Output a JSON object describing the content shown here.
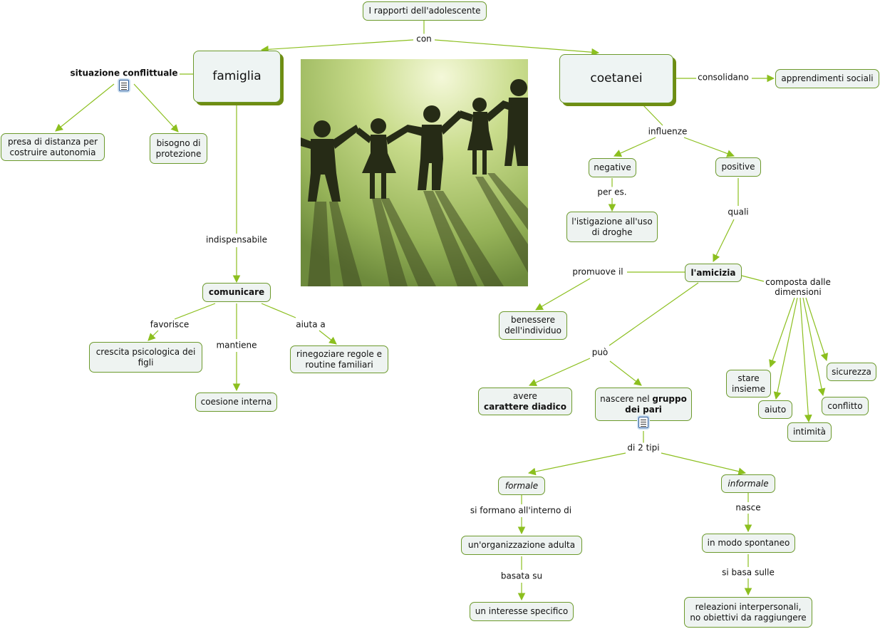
{
  "nodes": {
    "root": "I rapporti dell'adolescente",
    "famiglia": "famiglia",
    "coetanei": "coetanei",
    "situazione": "situazione conflittuale",
    "presa_line1": "presa di distanza per",
    "presa_line2": "costruire autonomia",
    "bisogno_line1": "bisogno di",
    "bisogno_line2": "protezione",
    "comunicare": "comunicare",
    "crescita_line1": "crescita psicologica dei",
    "crescita_line2": "figli",
    "coesione": "coesione interna",
    "rinegoziare_line1": "rinegoziare regole e",
    "rinegoziare_line2": "routine familiari",
    "apprendimenti": "apprendimenti sociali",
    "negative": "negative",
    "positive": "positive",
    "istigazione_line1": "l'istigazione all'uso",
    "istigazione_line2": "di droghe",
    "amicizia": "l'amicizia",
    "benessere_line1": "benessere",
    "benessere_line2": "dell'individuo",
    "avere_line1": "avere",
    "avere_line2": "carattere diadico",
    "nascere_prefix": "nascere nel",
    "nascere_bold1": "gruppo",
    "nascere_bold2": "dei pari",
    "stare_line1": "stare",
    "stare_line2": "insieme",
    "aiuto": "aiuto",
    "intimita": "intimità",
    "conflitto": "conflitto",
    "sicurezza": "sicurezza",
    "formale": "formale",
    "informale": "informale",
    "organizzazione": "un'organizzazione adulta",
    "interesse": "un interesse specifico",
    "spontaneo": "in modo spontaneo",
    "releazioni_line1": "releazioni interpersonali,",
    "releazioni_line2": "no obiettivi da raggiungere"
  },
  "links": {
    "con": "con",
    "indispensabile": "indispensabile",
    "favorisce": "favorisce",
    "mantiene": "mantiene",
    "aiuta_a": "aiuta a",
    "consolidano": "consolidano",
    "influenze": "influenze",
    "per_es": "per es.",
    "quali": "quali",
    "promuove_il": "promuove il",
    "composta_line1": "composta dalle",
    "composta_line2": "dimensioni",
    "puo": "può",
    "di_2_tipi": "di 2 tipi",
    "si_formano": "si formano all'interno di",
    "basata_su": "basata su",
    "nasce": "nasce",
    "si_basa_sulle": "si basa sulle"
  },
  "icons": [
    "document-icon-situazione",
    "document-icon-gruppo"
  ],
  "colors": {
    "link": "#8cbf1f",
    "node_border": "#6c9a2c",
    "node_fill": "#eef3f1",
    "shadow": "#6f8d12"
  }
}
